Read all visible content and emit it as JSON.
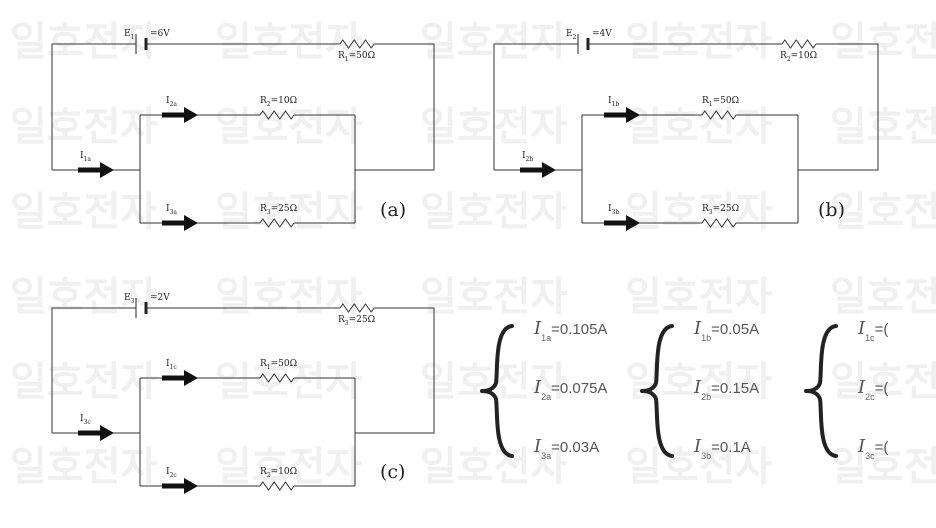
{
  "watermark": {
    "text": "일호전자"
  },
  "circuits": [
    {
      "id": "a",
      "panel_label": "(a)",
      "source_name": "E",
      "source_sub": "1",
      "source_value": "=6V",
      "series_resistor": {
        "name": "R",
        "sub": "1",
        "value": "=50Ω"
      },
      "top_branch": {
        "current": "I",
        "current_sub": "2a",
        "resistor": "R",
        "resistor_sub": "2",
        "resistor_value": "=10Ω"
      },
      "bottom_branch": {
        "current": "I",
        "current_sub": "3a",
        "resistor": "R",
        "resistor_sub": "3",
        "resistor_value": "=25Ω"
      },
      "main_current": {
        "name": "I",
        "sub": "1a"
      }
    },
    {
      "id": "b",
      "panel_label": "(b)",
      "source_name": "E",
      "source_sub": "2",
      "source_value": "=4V",
      "series_resistor": {
        "name": "R",
        "sub": "2",
        "value": "=10Ω"
      },
      "top_branch": {
        "current": "I",
        "current_sub": "1b",
        "resistor": "R",
        "resistor_sub": "1",
        "resistor_value": "=50Ω"
      },
      "bottom_branch": {
        "current": "I",
        "current_sub": "3b",
        "resistor": "R",
        "resistor_sub": "3",
        "resistor_value": "=25Ω"
      },
      "main_current": {
        "name": "I",
        "sub": "2b"
      }
    },
    {
      "id": "c",
      "panel_label": "(c)",
      "source_name": "E",
      "source_sub": "3",
      "source_value": "=2V",
      "series_resistor": {
        "name": "R",
        "sub": "3",
        "value": "=25Ω"
      },
      "top_branch": {
        "current": "I",
        "current_sub": "1c",
        "resistor": "R",
        "resistor_sub": "1",
        "resistor_value": "=50Ω"
      },
      "bottom_branch": {
        "current": "I",
        "current_sub": "2c",
        "resistor": "R",
        "resistor_sub": "2",
        "resistor_value": "=10Ω"
      },
      "main_current": {
        "name": "I",
        "sub": "3c"
      }
    }
  ],
  "results": [
    {
      "group": "a",
      "entries": [
        {
          "name": "I",
          "sub": "1a",
          "value": "=0.105A"
        },
        {
          "name": "I",
          "sub": "2a",
          "value": "=0.075A"
        },
        {
          "name": "I",
          "sub": "3a",
          "value": "=0.03A"
        }
      ]
    },
    {
      "group": "b",
      "entries": [
        {
          "name": "I",
          "sub": "1b",
          "value": "=0.05A"
        },
        {
          "name": "I",
          "sub": "2b",
          "value": "=0.15A"
        },
        {
          "name": "I",
          "sub": "3b",
          "value": "=0.1A"
        }
      ]
    },
    {
      "group": "c",
      "entries": [
        {
          "name": "I",
          "sub": "1c",
          "value": "=("
        },
        {
          "name": "I",
          "sub": "2c",
          "value": "=("
        },
        {
          "name": "I",
          "sub": "3c",
          "value": "=("
        }
      ]
    }
  ]
}
